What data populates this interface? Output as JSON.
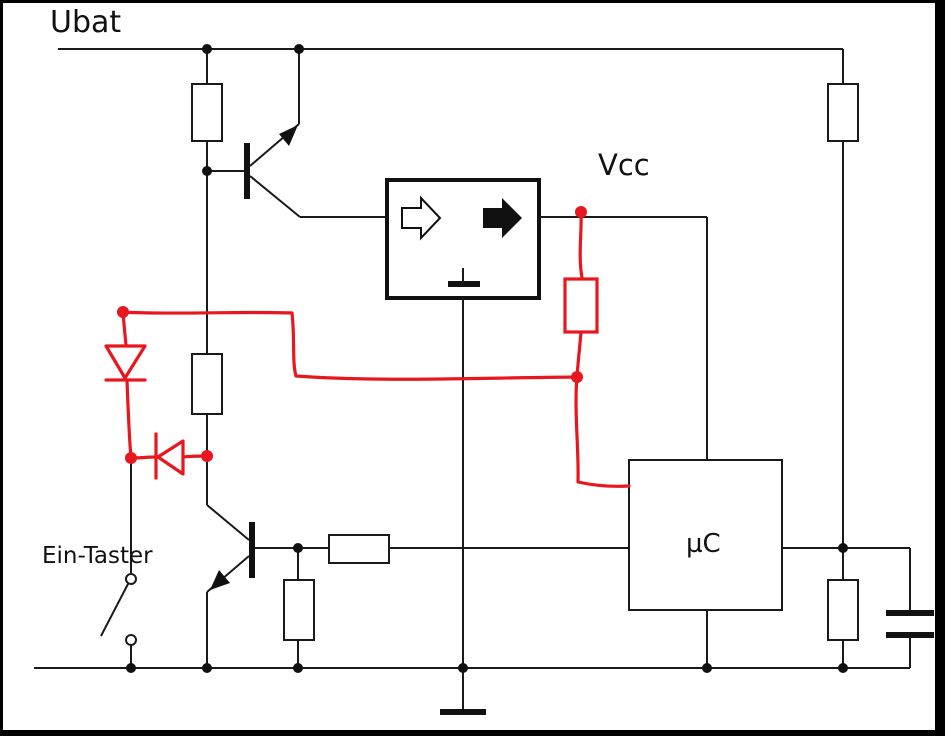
{
  "diagram": {
    "labels": {
      "supply": "Ubat",
      "vcc": "Vcc",
      "switch": "Ein-Taster",
      "mcu": "µC"
    }
  },
  "colors": {
    "background": "#ffffff",
    "frame": "#000000",
    "wire": "#1a1a1a",
    "modification": "#e8161e"
  }
}
